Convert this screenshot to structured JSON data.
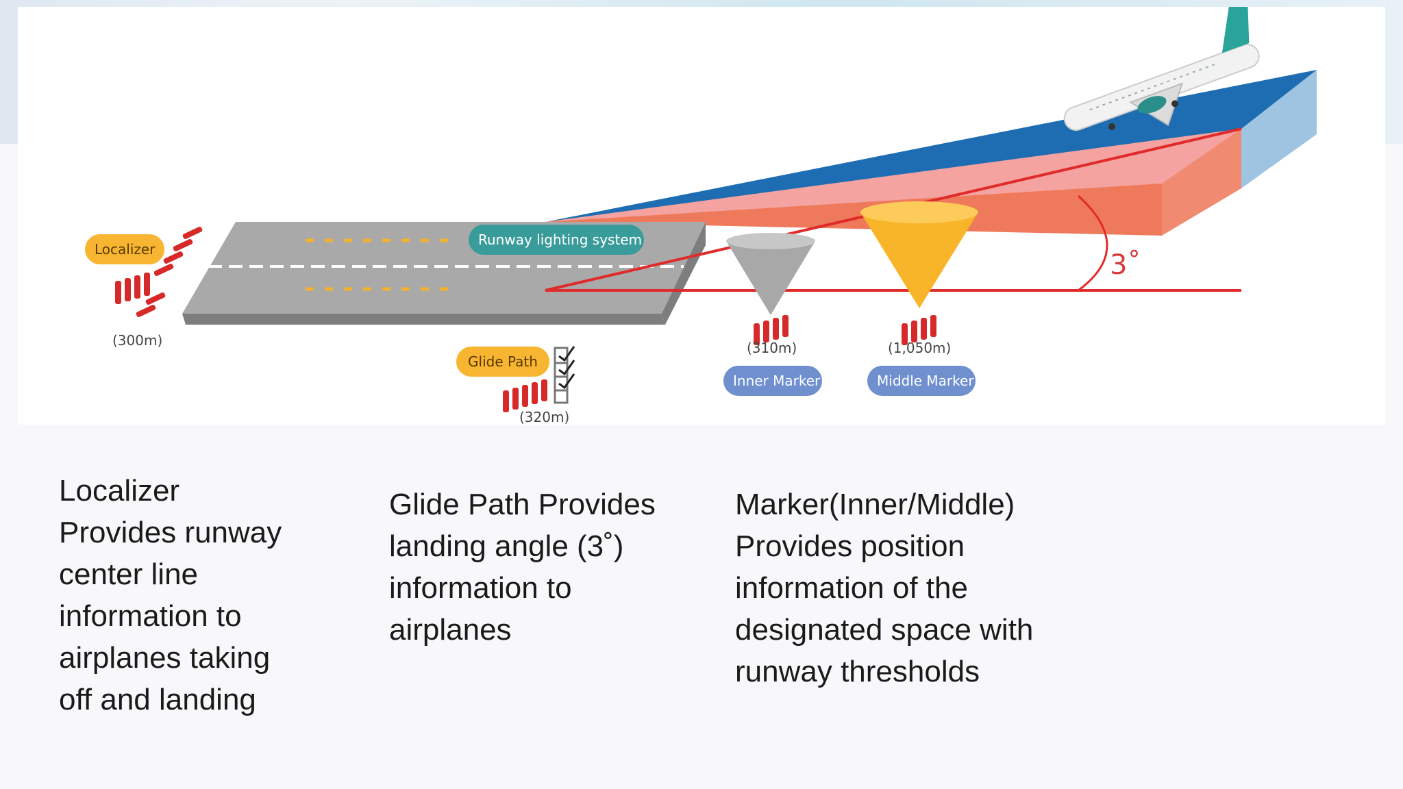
{
  "diagram": {
    "labels": {
      "localizer": "Localizer",
      "glide_path": "Glide Path",
      "runway_lighting": "Runway lighting system",
      "inner_marker": "Inner Marker",
      "middle_marker": "Middle Marker",
      "angle": "3˚"
    },
    "distances": {
      "localizer": "(300m)",
      "glide_path": "(320m)",
      "inner_marker": "(310m)",
      "middle_marker": "(1,050m)"
    },
    "colors": {
      "runway": "#a9a9a9",
      "runway_edge": "#7d7d7d",
      "lights": "#f2b12f",
      "blue_beam": "#1e6db3",
      "pink_beam": "#f4a3a0",
      "orange_beam": "#ee7a5b",
      "angle_line": "#e02b2b",
      "inner_cone": "#a8a8a8",
      "middle_cone": "#f9b52a",
      "antenna": "#d62a2a"
    }
  },
  "descriptions": {
    "localizer": [
      "Localizer",
      "Provides runway",
      "center line",
      "information to",
      "airplanes taking",
      "off and landing"
    ],
    "glide_path": [
      "Glide Path Provides",
      "landing angle (3˚)",
      "information to",
      "airplanes"
    ],
    "marker": [
      "Marker(Inner/Middle)",
      "Provides position",
      "information of the",
      "designated space with",
      "runway thresholds"
    ]
  }
}
